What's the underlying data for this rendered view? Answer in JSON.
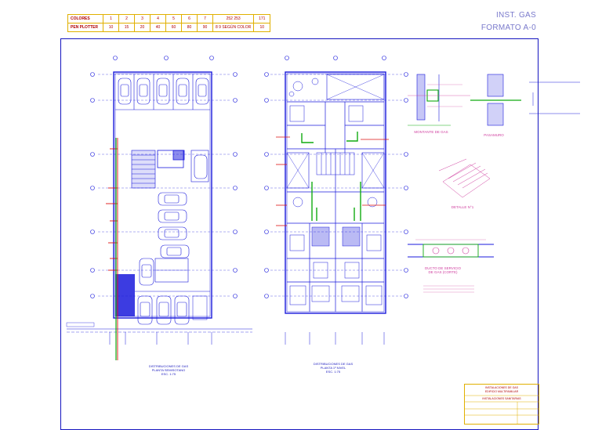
{
  "legend": {
    "colores_label": "COLORES",
    "plotter_label": "PEN PLOTTER",
    "colores": [
      "1",
      "2",
      "3",
      "4",
      "5",
      "6",
      "7",
      "252 253",
      "171"
    ],
    "plotter": [
      "10",
      "15",
      "20",
      "40",
      "60",
      "80",
      "90",
      "8 9 SEGÚN COLOR",
      "10"
    ]
  },
  "header": {
    "line1": "INST. GAS",
    "line2": "FORMATO A-0"
  },
  "colors": {
    "frame": "#1515c0",
    "plan": "#1a1adc",
    "gas": "#dd1111",
    "pipe": "#11aa11",
    "detail": "#d040a0",
    "legend_border": "#e0b000"
  },
  "plans": {
    "left_caption_1": "DISTRIBUCIONES DE GAS",
    "left_caption_2": "PLANTA SEMISOTANO",
    "left_scale": "ESC. 1:75",
    "right_caption_1": "DISTRIBUCIONES DE GAS",
    "right_caption_2": "PLANTA 1º NIVEL",
    "right_scale": "ESC. 1:75"
  },
  "details": {
    "d1": "MONTANTE DE GAS",
    "d2": "PASAMURO",
    "d3": "DETALLE N°1",
    "d4_1": "DUCTO DE SERVICIO",
    "d4_2": "DE GAS (CORTE)"
  },
  "title_block": {
    "line1": "INSTALACIONES DE GAS",
    "line2": "EDIFICIO MULTIFAMILIAR",
    "line3": "INSTALACIONES SANITARIAS"
  },
  "icons": [
    "car-icon",
    "furniture-icon",
    "elevator-icon",
    "stair-icon",
    "north-arrow-icon"
  ]
}
